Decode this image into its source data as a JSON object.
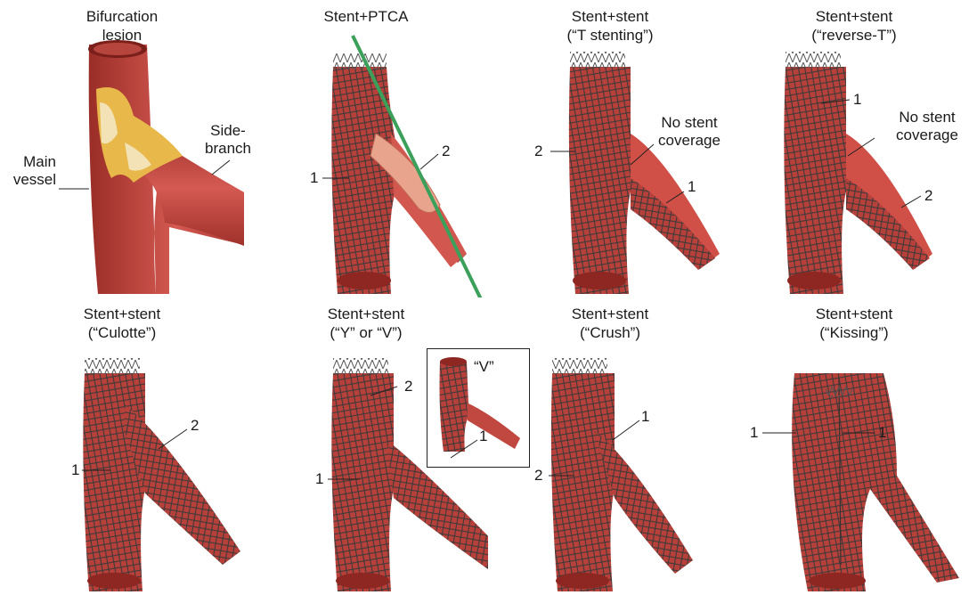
{
  "colors": {
    "vessel": "#c0413b",
    "vessel_dark": "#8e2721",
    "vessel_light": "#e7706a",
    "stent_wire": "#3b3b3b",
    "plaque": "#e8b84a",
    "plaque_light": "#f3e2b6",
    "guidewire": "#3aa05a",
    "balloon": "#e9a48e"
  },
  "panels": [
    {
      "id": "bifurcation",
      "title": [
        "Bifurcation",
        "lesion"
      ],
      "labels": {
        "main": [
          "Main",
          "vessel"
        ],
        "side": [
          "Side-",
          "branch"
        ]
      }
    },
    {
      "id": "stent-ptca",
      "title": [
        "Stent+PTCA"
      ],
      "labels": {
        "a": "1",
        "b": "2"
      }
    },
    {
      "id": "t-stenting",
      "title": [
        "Stent+stent",
        "(“T stenting”)"
      ],
      "labels": {
        "a": "2",
        "b": "1",
        "note": [
          "No stent",
          "coverage"
        ]
      }
    },
    {
      "id": "reverse-t",
      "title": [
        "Stent+stent",
        "(“reverse-T”)"
      ],
      "labels": {
        "a": "1",
        "b": "2",
        "note": [
          "No stent",
          "coverage"
        ]
      }
    },
    {
      "id": "culotte",
      "title": [
        "Stent+stent",
        "(“Culotte”)"
      ],
      "labels": {
        "a": "1",
        "b": "2"
      }
    },
    {
      "id": "y-v",
      "title": [
        "Stent+stent",
        "(“Y” or “V”)"
      ],
      "labels": {
        "a": "2",
        "b": "1",
        "c": "1",
        "inset": "“V”"
      }
    },
    {
      "id": "crush",
      "title": [
        "Stent+stent",
        "(“Crush”)"
      ],
      "labels": {
        "a": "1",
        "b": "2"
      }
    },
    {
      "id": "kissing",
      "title": [
        "Stent+stent",
        "(“Kissing”)"
      ],
      "labels": {
        "a": "1",
        "b": "1"
      }
    }
  ]
}
